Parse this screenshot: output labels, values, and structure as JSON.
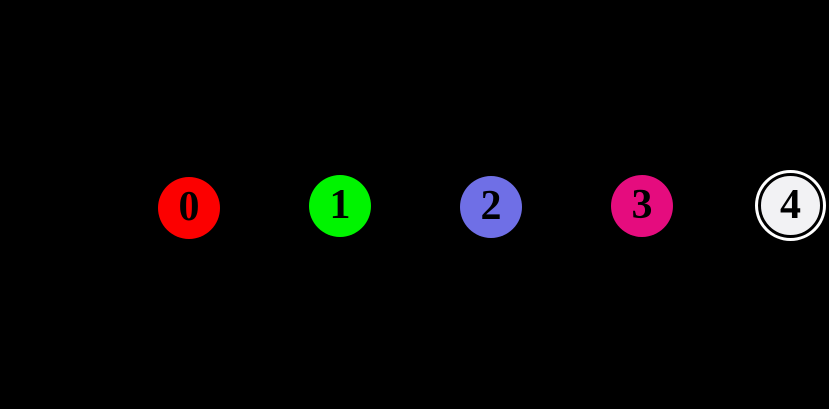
{
  "canvas": {
    "background": "#000000"
  },
  "graph": {
    "type": "node-diagram",
    "edges": [],
    "label_color": "#000000",
    "nodes": [
      {
        "id": "0",
        "label": "0",
        "shape": "circle",
        "fill": "#fc0000"
      },
      {
        "id": "1",
        "label": "1",
        "shape": "circle",
        "fill": "#00f400"
      },
      {
        "id": "2",
        "label": "2",
        "shape": "circle",
        "fill": "#6f6fe6"
      },
      {
        "id": "3",
        "label": "3",
        "shape": "circle",
        "fill": "#e50c7e"
      },
      {
        "id": "4",
        "label": "4",
        "shape": "doublecircle",
        "fill": "#f2f2f4",
        "ring": "#ffffff",
        "border": "#000000"
      }
    ]
  }
}
